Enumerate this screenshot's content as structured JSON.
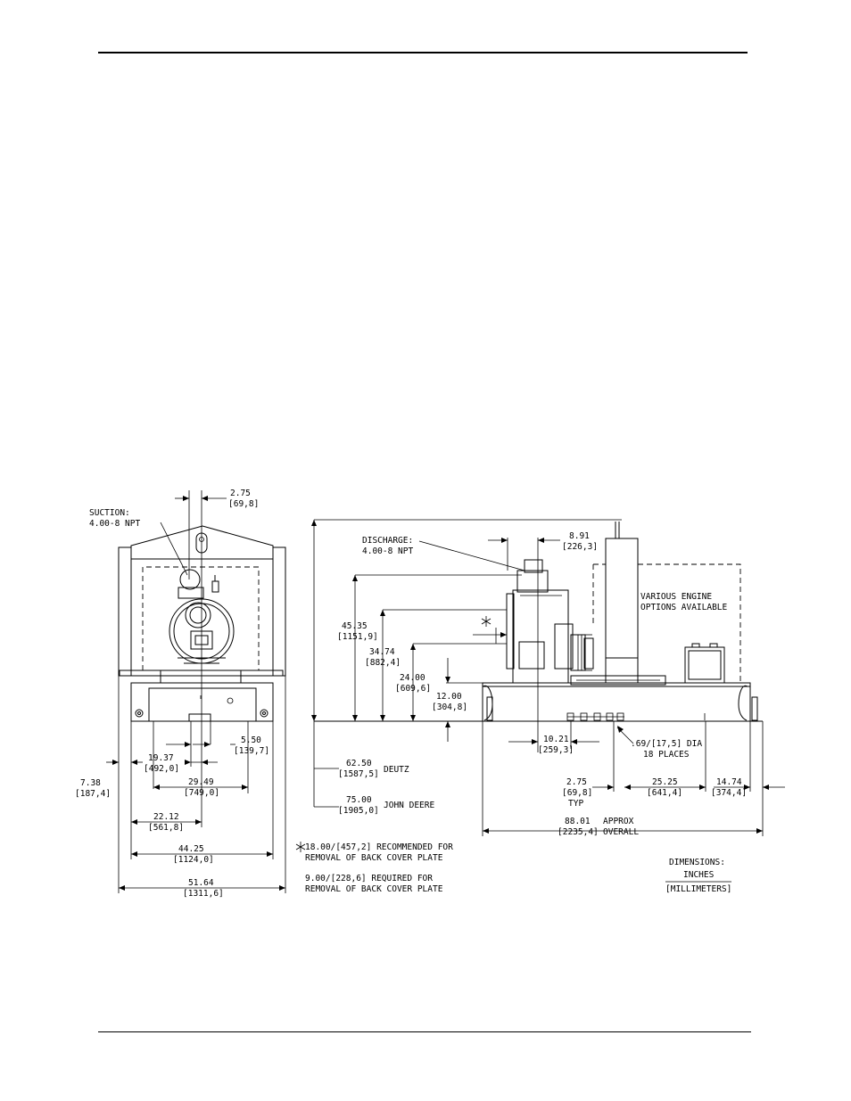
{
  "front_view": {
    "suction_label": "SUCTION:",
    "suction_size": "4.00-8 NPT",
    "dim_2_75_in": "2.75",
    "dim_2_75_mm": "[69,8]",
    "dim_5_50_in": "5.50",
    "dim_5_50_mm": "[139,7]",
    "dim_19_37_in": "19.37",
    "dim_19_37_mm": "[492,0]",
    "dim_7_38_in": "7.38",
    "dim_7_38_mm": "[187,4]",
    "dim_29_49_in": "29.49",
    "dim_29_49_mm": "[749,0]",
    "dim_22_12_in": "22.12",
    "dim_22_12_mm": "[561,8]",
    "dim_44_25_in": "44.25",
    "dim_44_25_mm": "[1124,0]",
    "dim_51_64_in": "51.64",
    "dim_51_64_mm": "[1311,6]"
  },
  "side_view": {
    "discharge_label": "DISCHARGE:",
    "discharge_size": "4.00-8 NPT",
    "dim_8_91_in": "8.91",
    "dim_8_91_mm": "[226,3]",
    "engine_note_1": "VARIOUS ENGINE",
    "engine_note_2": "OPTIONS AVAILABLE",
    "dim_45_35_in": "45.35",
    "dim_45_35_mm": "[1151,9]",
    "dim_34_74_in": "34.74",
    "dim_34_74_mm": "[882,4]",
    "dim_24_00_in": "24.00",
    "dim_24_00_mm": "[609,6]",
    "dim_12_00_in": "12.00",
    "dim_12_00_mm": "[304,8]",
    "dim_10_21_in": "10.21",
    "dim_10_21_mm": "[259,3]",
    "hole_note_1": ".69/[17,5] DIA",
    "hole_note_2": "18 PLACES",
    "dim_62_50_in": "62.50",
    "dim_62_50_mm": "[1587,5]",
    "deutz_label": "DEUTZ",
    "dim_75_00_in": "75.00",
    "dim_75_00_mm": "[1905,0]",
    "john_deere_label": "JOHN DEERE",
    "dim_2_75_in": "2.75",
    "dim_2_75_mm": "[69,8]",
    "typ_label": "TYP",
    "dim_25_25_in": "25.25",
    "dim_25_25_mm": "[641,4]",
    "dim_14_74_in": "14.74",
    "dim_14_74_mm": "[374,4]",
    "dim_88_01_in": "88.01",
    "approx_label": "APPROX",
    "dim_88_01_mm": "[2235,4]",
    "overall_label": "OVERALL"
  },
  "notes": {
    "star_note_1": "18.00/[457,2] RECOMMENDED FOR",
    "star_note_2": "REMOVAL OF BACK COVER PLATE",
    "req_note_1": "9.00/[228,6] REQUIRED FOR",
    "req_note_2": "REMOVAL OF BACK COVER PLATE",
    "units_title": "DIMENSIONS:",
    "units_inches": "INCHES",
    "units_mm": "[MILLIMETERS]"
  }
}
